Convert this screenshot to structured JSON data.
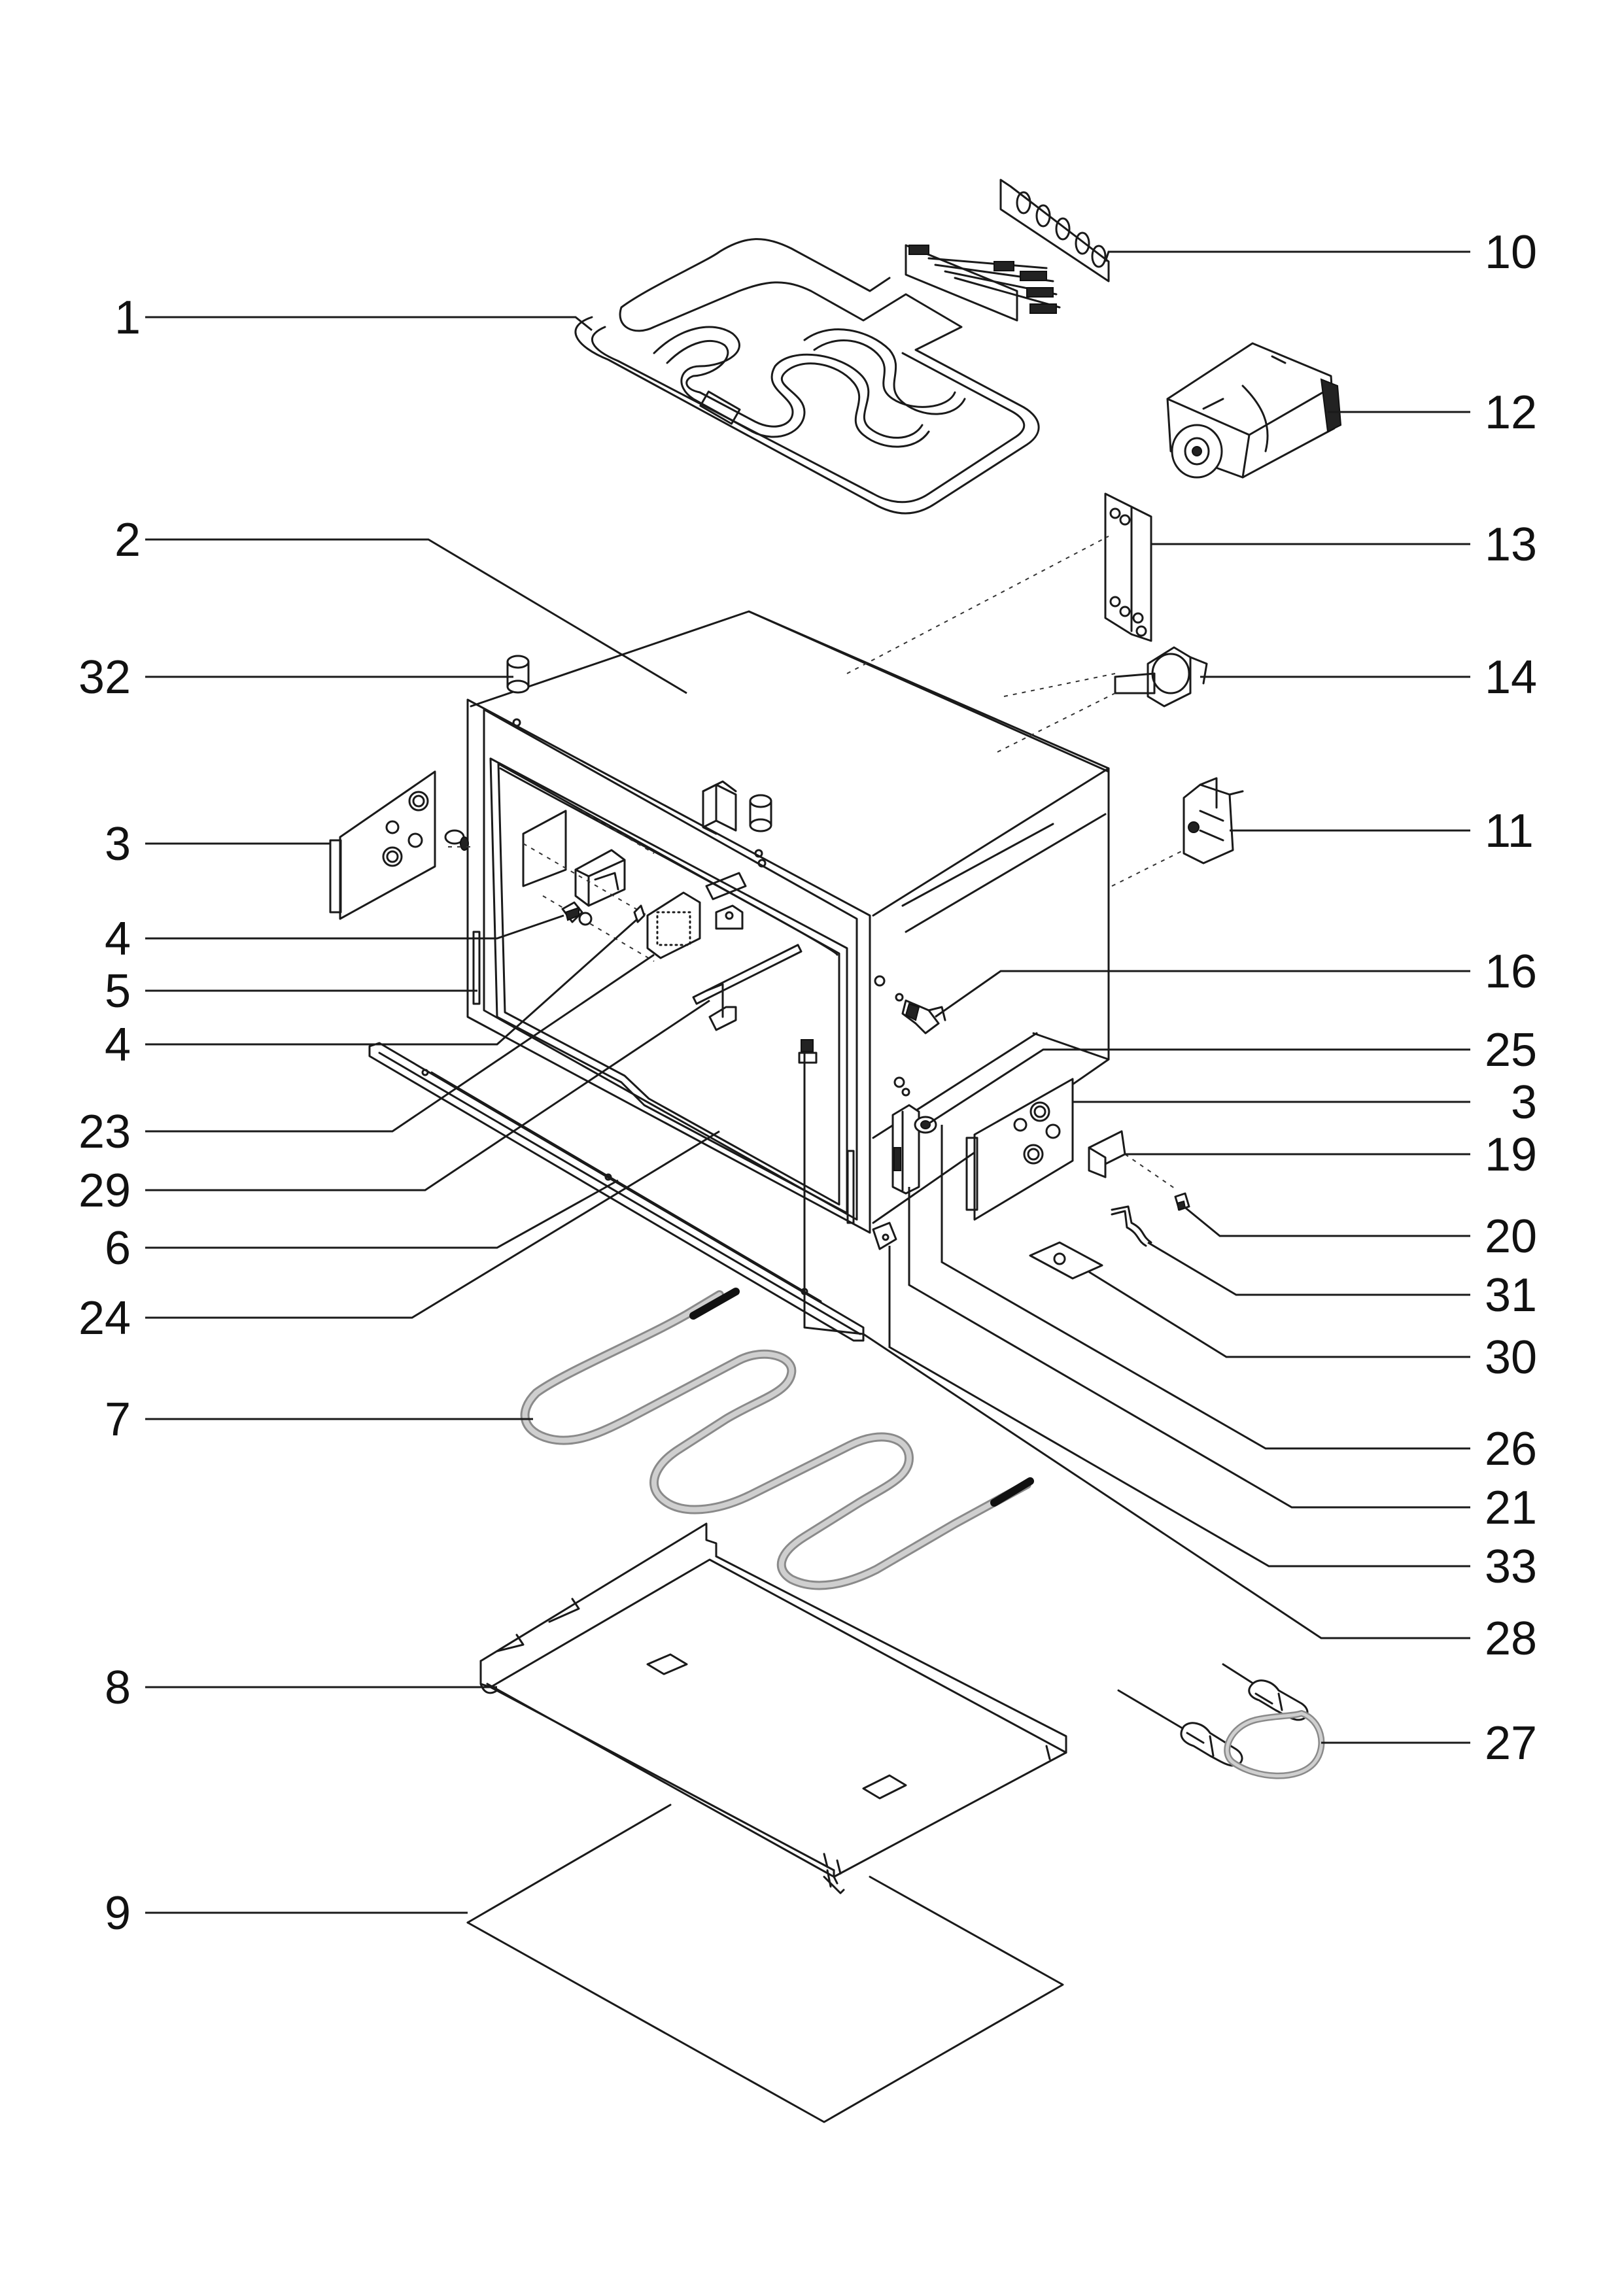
{
  "callouts": [
    {
      "id": "c1",
      "label": "1"
    },
    {
      "id": "c2",
      "label": "2"
    },
    {
      "id": "c32",
      "label": "32"
    },
    {
      "id": "c3a",
      "label": "3"
    },
    {
      "id": "c4a",
      "label": "4"
    },
    {
      "id": "c5",
      "label": "5"
    },
    {
      "id": "c4b",
      "label": "4"
    },
    {
      "id": "c23",
      "label": "23"
    },
    {
      "id": "c29",
      "label": "29"
    },
    {
      "id": "c6",
      "label": "6"
    },
    {
      "id": "c24",
      "label": "24"
    },
    {
      "id": "c7",
      "label": "7"
    },
    {
      "id": "c8",
      "label": "8"
    },
    {
      "id": "c9",
      "label": "9"
    },
    {
      "id": "c10",
      "label": "10"
    },
    {
      "id": "c12",
      "label": "12"
    },
    {
      "id": "c13",
      "label": "13"
    },
    {
      "id": "c14",
      "label": "14"
    },
    {
      "id": "c11",
      "label": "11"
    },
    {
      "id": "c16",
      "label": "16"
    },
    {
      "id": "c25",
      "label": "25"
    },
    {
      "id": "c3b",
      "label": "3"
    },
    {
      "id": "c19",
      "label": "19"
    },
    {
      "id": "c20",
      "label": "20"
    },
    {
      "id": "c31",
      "label": "31"
    },
    {
      "id": "c30",
      "label": "30"
    },
    {
      "id": "c26",
      "label": "26"
    },
    {
      "id": "c21",
      "label": "21"
    },
    {
      "id": "c33",
      "label": "33"
    },
    {
      "id": "c28",
      "label": "28"
    },
    {
      "id": "c27",
      "label": "27"
    }
  ]
}
